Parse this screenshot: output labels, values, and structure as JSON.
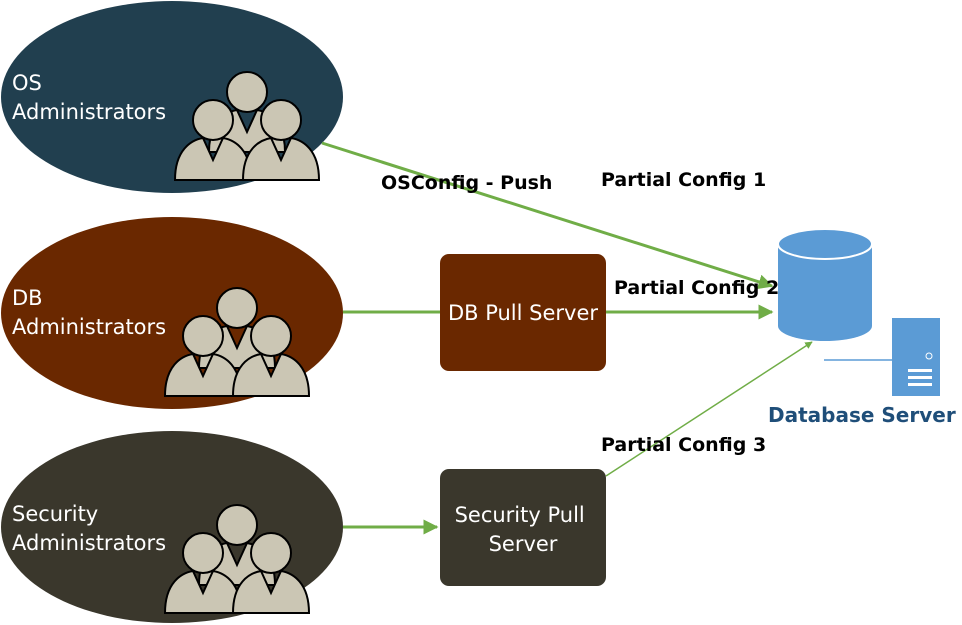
{
  "groups": [
    {
      "id": "os",
      "line1": "OS",
      "line2": "Administrators",
      "color": "#213f4f"
    },
    {
      "id": "db",
      "line1": "DB",
      "line2": "Administrators",
      "color": "#6a2800"
    },
    {
      "id": "security",
      "line1": "Security",
      "line2": "Administrators",
      "color": "#3a372c"
    }
  ],
  "servers": {
    "db_pull": {
      "label": "DB Pull Server",
      "color": "#6a2800"
    },
    "security_pull": {
      "line1": "Security Pull",
      "line2": "Server",
      "color": "#3a372c"
    }
  },
  "edges": {
    "os_push": "OSConfig - Push",
    "partial1": "Partial Config 1",
    "partial2": "Partial Config 2",
    "partial3": "Partial Config 3"
  },
  "target": {
    "label": "Database Server",
    "label_color": "#1f4e79",
    "db_color": "#5b9bd5"
  },
  "colors": {
    "arrow": "#70ad47",
    "people_fill": "#cbc6b4",
    "people_stroke": "#000000"
  }
}
